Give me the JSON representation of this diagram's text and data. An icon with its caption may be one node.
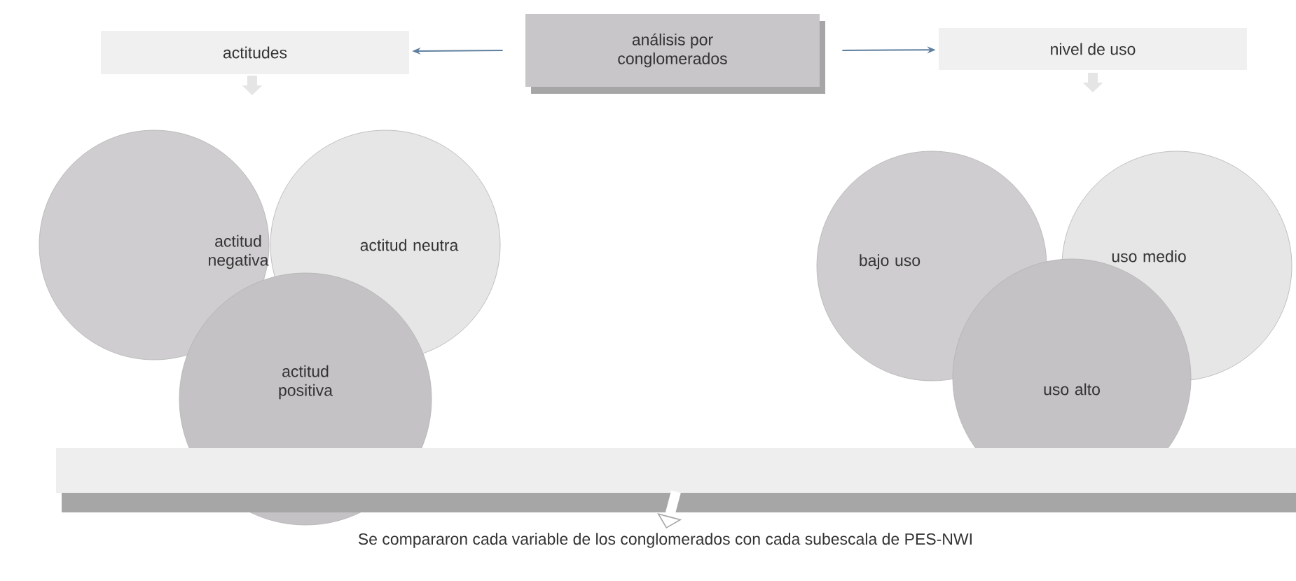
{
  "diagram": {
    "nodes": [
      {
        "text": [
          "análisis por conglomerados"
        ]
      },
      {
        "text": [
          "actitudes"
        ]
      },
      {
        "text": [
          "nivel de uso"
        ]
      },
      {
        "text": [
          "actitud negativa"
        ]
      },
      {
        "text": [
          "actitud neutra"
        ]
      },
      {
        "text": [
          "actitud positiva"
        ]
      },
      {
        "text": [
          "bajo uso"
        ]
      },
      {
        "text": [
          "uso medio"
        ]
      },
      {
        "text": [
          "uso alto"
        ]
      },
      {
        "text": [],
        "shape": "bar"
      },
      {
        "text": [
          "Se compararon cada variable de los conglomerados con cada subescala de PES-NWI"
        ]
      }
    ],
    "edges": [
      {
        "from": 0,
        "to": 1,
        "arrow": "to"
      },
      {
        "from": 0,
        "to": 2,
        "arrow": "to"
      },
      {
        "from": 9,
        "to": 10,
        "arrow": "to",
        "style": "thick",
        "color": "#ffffff"
      }
    ]
  }
}
